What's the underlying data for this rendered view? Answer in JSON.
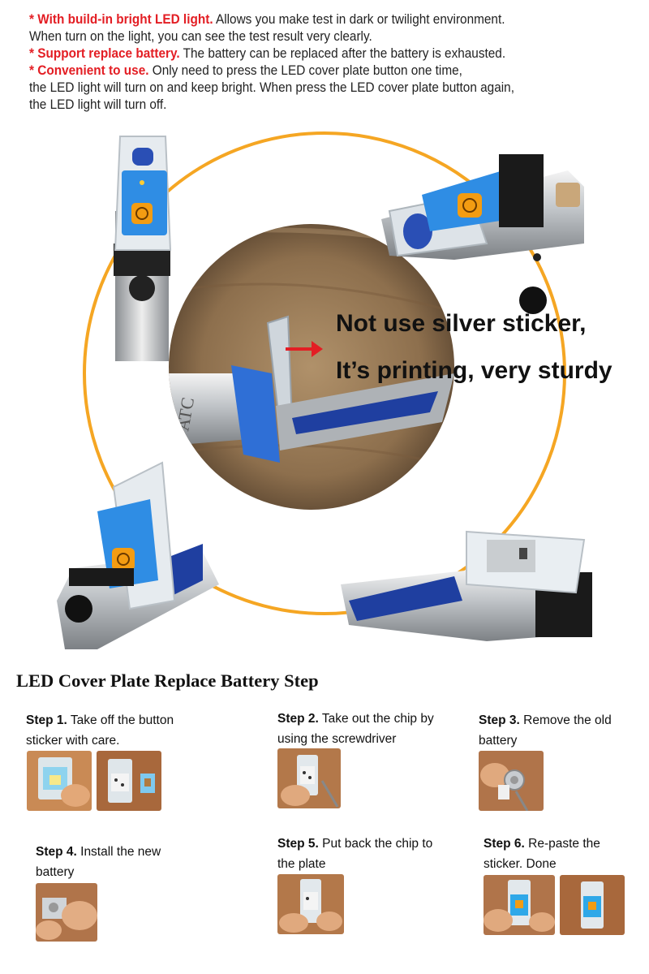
{
  "features": [
    {
      "highlight": "* With build-in bright LED light.",
      "text": " Allows you make test in dark or twilight environment."
    },
    {
      "highlight": "",
      "text": "When turn on the light, you can see the test result very clearly."
    },
    {
      "highlight": "* Support replace battery.",
      "text": " The battery can be replaced after the battery is exhausted."
    },
    {
      "highlight": "* Convenient to use.",
      "text": " Only need to press the LED cover plate button one time,"
    },
    {
      "highlight": "",
      "text": "the LED light will turn on and keep bright. When press the LED cover plate button again,"
    },
    {
      "highlight": "",
      "text": "the LED light will turn off."
    }
  ],
  "callouts": {
    "line1": "Not use silver sticker,",
    "line2": "It’s printing, very sturdy"
  },
  "steps_title": "LED Cover Plate Replace Battery Step",
  "steps": [
    {
      "num": "Step 1.",
      "line1": " Take off the button",
      "line2": "sticker with care."
    },
    {
      "num": "Step 2.",
      "line1": " Take out the chip by",
      "line2": "using the screwdriver"
    },
    {
      "num": "Step 3.",
      "line1": " Remove the old",
      "line2": "battery"
    },
    {
      "num": "Step 4.",
      "line1": " Install the new",
      "line2": "battery"
    },
    {
      "num": "Step 5.",
      "line1": " Put back the chip to",
      "line2": "the plate"
    },
    {
      "num": "Step 6.",
      "line1": " Re-paste the",
      "line2": "sticker. Done"
    }
  ],
  "colors": {
    "highlight": "#e31e24",
    "ring": "#f5a623",
    "button": "#f39c12",
    "plate": "#2f8de4"
  },
  "icons": {
    "power": "power-icon",
    "arrow": "red-arrow-icon"
  }
}
